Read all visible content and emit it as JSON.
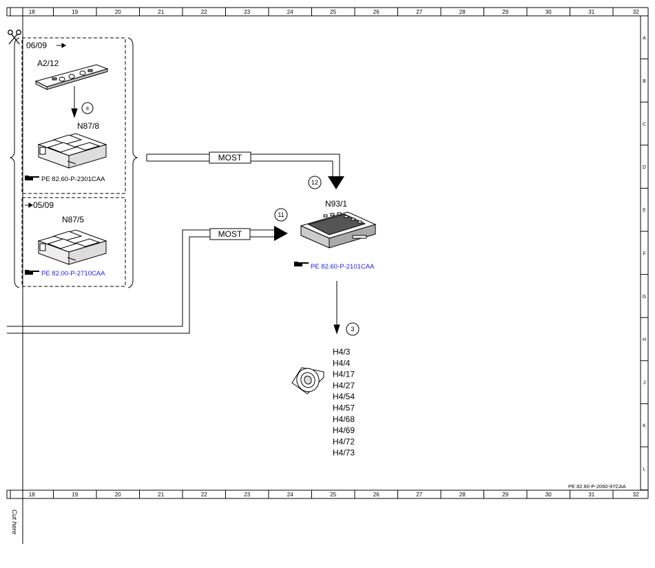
{
  "colors": {
    "link": "#1a1aff",
    "line": "#000000"
  },
  "grid": {
    "columns": [
      "18",
      "19",
      "20",
      "21",
      "22",
      "23",
      "24",
      "25",
      "26",
      "27",
      "28",
      "29",
      "30",
      "31",
      "32"
    ],
    "rows": [
      "A",
      "B",
      "C",
      "D",
      "E",
      "F",
      "G",
      "H",
      "J",
      "K",
      "L"
    ]
  },
  "sheet_ref": "PE 82.60-P-2060-97CAA",
  "cut_label": "Cut here",
  "icons": {
    "scissors": "scissors-icon",
    "pointer": "pointing-hand-icon"
  },
  "box_top": {
    "date": "06/09",
    "source_component": "A2/12",
    "target_component": "N87/8",
    "step": "8",
    "ref": "PE 82.60-P-2301CAA"
  },
  "box_bottom": {
    "date": "05/09",
    "component": "N87/5",
    "ref": "PE 82.00-P-2710CAA"
  },
  "bus": {
    "top_label": "MOST",
    "bottom_label": "MOST"
  },
  "steps": {
    "top_arrow": "12",
    "side_arrow": "11",
    "down_arrow": "3"
  },
  "module": {
    "name": "N93/1",
    "ref": "PE 82.60-P-2101CAA"
  },
  "speakers": [
    "H4/3",
    "H4/4",
    "H4/17",
    "H4/27",
    "H4/54",
    "H4/57",
    "H4/68",
    "H4/69",
    "H4/72",
    "H4/73"
  ]
}
